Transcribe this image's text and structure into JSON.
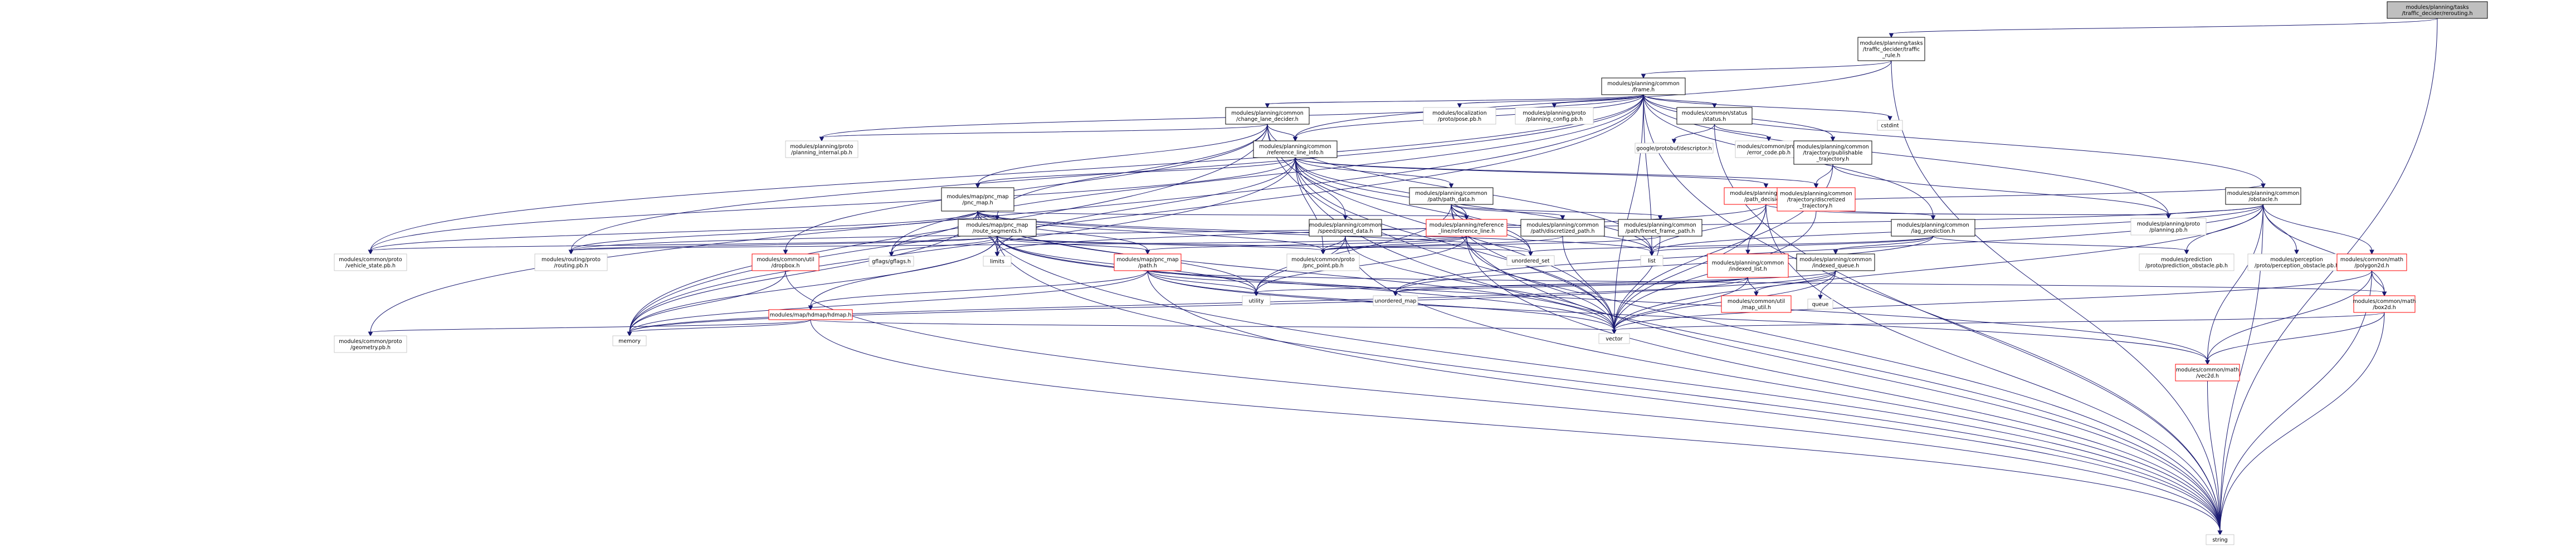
{
  "colors": {
    "edge": "#191970",
    "root_fill": "#bfbfbf",
    "node_fill": "#ffffff",
    "node_stroke": "#000000",
    "incomplete_stroke": "#ff0000",
    "text": "#000000"
  },
  "nodes": [
    {
      "id": "n0",
      "lines": [
        "modules/planning/tasks",
        "/traffic_decider/rerouting.h"
      ],
      "kind": "root"
    },
    {
      "id": "n1",
      "lines": [
        "modules/planning/tasks",
        "/traffic_decider/traffic",
        "_rule.h"
      ],
      "kind": "normal"
    },
    {
      "id": "n2",
      "lines": [
        "modules/planning/common",
        "/frame.h"
      ],
      "kind": "normal"
    },
    {
      "id": "n3",
      "lines": [
        "cstdint"
      ],
      "kind": "plain"
    },
    {
      "id": "n4",
      "lines": [
        "modules/planning/common",
        "/change_lane_decider.h"
      ],
      "kind": "normal"
    },
    {
      "id": "n5",
      "lines": [
        "modules/localization",
        "/proto/pose.pb.h"
      ],
      "kind": "plain"
    },
    {
      "id": "n6",
      "lines": [
        "modules/planning/proto",
        "/planning_config.pb.h"
      ],
      "kind": "plain"
    },
    {
      "id": "n7",
      "lines": [
        "modules/common/status",
        "/status.h"
      ],
      "kind": "normal"
    },
    {
      "id": "n8",
      "lines": [
        "modules/planning/proto",
        "/planning_internal.pb.h"
      ],
      "kind": "plain"
    },
    {
      "id": "n9",
      "lines": [
        "modules/planning/common",
        "/reference_line_info.h"
      ],
      "kind": "normal"
    },
    {
      "id": "n10",
      "lines": [
        "google/protobuf/descriptor.h"
      ],
      "kind": "plain"
    },
    {
      "id": "n11",
      "lines": [
        "modules/common/proto",
        "/error_code.pb.h"
      ],
      "kind": "plain"
    },
    {
      "id": "n12",
      "lines": [
        "modules/planning/common",
        "/trajectory/publishable",
        "_trajectory.h"
      ],
      "kind": "normal"
    },
    {
      "id": "n13",
      "lines": [
        "modules/map/pnc_map",
        "/pnc_map.h"
      ],
      "kind": "normal"
    },
    {
      "id": "n14",
      "lines": [
        "modules/planning/common",
        "/path/path_data.h"
      ],
      "kind": "normal"
    },
    {
      "id": "n15",
      "lines": [
        "modules/planning/common",
        "/path_decision.h"
      ],
      "kind": "incomplete"
    },
    {
      "id": "n16",
      "lines": [
        "modules/planning/common",
        "/trajectory/discretized",
        "_trajectory.h"
      ],
      "kind": "incomplete"
    },
    {
      "id": "n17",
      "lines": [
        "modules/map/pnc_map",
        "/route_segments.h"
      ],
      "kind": "normal"
    },
    {
      "id": "n18",
      "lines": [
        "modules/planning/common",
        "/speed/speed_data.h"
      ],
      "kind": "normal"
    },
    {
      "id": "n19",
      "lines": [
        "modules/planning/reference",
        "_line/reference_line.h"
      ],
      "kind": "incomplete"
    },
    {
      "id": "n20",
      "lines": [
        "modules/planning/common",
        "/path/discretized_path.h"
      ],
      "kind": "normal"
    },
    {
      "id": "n21",
      "lines": [
        "modules/planning/common",
        "/path/frenet_frame_path.h"
      ],
      "kind": "normal"
    },
    {
      "id": "n22",
      "lines": [
        "modules/planning/common",
        "/lag_prediction.h"
      ],
      "kind": "normal"
    },
    {
      "id": "n23",
      "lines": [
        "modules/planning/proto",
        "/planning.pb.h"
      ],
      "kind": "plain"
    },
    {
      "id": "n24",
      "lines": [
        "modules/planning/common",
        "/obstacle.h"
      ],
      "kind": "normal"
    },
    {
      "id": "n25",
      "lines": [
        "modules/common/proto",
        "/vehicle_state.pb.h"
      ],
      "kind": "plain"
    },
    {
      "id": "n26",
      "lines": [
        "modules/routing/proto",
        "/routing.pb.h"
      ],
      "kind": "plain"
    },
    {
      "id": "n27",
      "lines": [
        "modules/common/util",
        "/dropbox.h"
      ],
      "kind": "incomplete"
    },
    {
      "id": "n28",
      "lines": [
        "gflags/gflags.h"
      ],
      "kind": "plain"
    },
    {
      "id": "n29",
      "lines": [
        "limits"
      ],
      "kind": "plain"
    },
    {
      "id": "n30",
      "lines": [
        "modules/map/pnc_map",
        "/path.h"
      ],
      "kind": "incomplete"
    },
    {
      "id": "n31",
      "lines": [
        "modules/common/proto",
        "/pnc_point.pb.h"
      ],
      "kind": "plain"
    },
    {
      "id": "n32",
      "lines": [
        "unordered_set"
      ],
      "kind": "plain"
    },
    {
      "id": "n33",
      "lines": [
        "list"
      ],
      "kind": "plain"
    },
    {
      "id": "n34",
      "lines": [
        "modules/planning/common",
        "/indexed_list.h"
      ],
      "kind": "incomplete"
    },
    {
      "id": "n35",
      "lines": [
        "modules/planning/common",
        "/indexed_queue.h"
      ],
      "kind": "normal"
    },
    {
      "id": "n36",
      "lines": [
        "modules/prediction",
        "/proto/prediction_obstacle.pb.h"
      ],
      "kind": "plain"
    },
    {
      "id": "n37",
      "lines": [
        "modules/perception",
        "/proto/perception_obstacle.pb.h"
      ],
      "kind": "plain"
    },
    {
      "id": "n38",
      "lines": [
        "modules/common/math",
        "/polygon2d.h"
      ],
      "kind": "incomplete"
    },
    {
      "id": "n39",
      "lines": [
        "modules/map/hdmap/hdmap.h"
      ],
      "kind": "incomplete"
    },
    {
      "id": "n40",
      "lines": [
        "utility"
      ],
      "kind": "plain"
    },
    {
      "id": "n41",
      "lines": [
        "unordered_map"
      ],
      "kind": "plain"
    },
    {
      "id": "n42",
      "lines": [
        "modules/common/util",
        "/map_util.h"
      ],
      "kind": "incomplete"
    },
    {
      "id": "n43",
      "lines": [
        "queue"
      ],
      "kind": "plain"
    },
    {
      "id": "n44",
      "lines": [
        "modules/common/math",
        "/box2d.h"
      ],
      "kind": "incomplete"
    },
    {
      "id": "n45",
      "lines": [
        "modules/common/proto",
        "/geometry.pb.h"
      ],
      "kind": "plain"
    },
    {
      "id": "n46",
      "lines": [
        "memory"
      ],
      "kind": "plain"
    },
    {
      "id": "n47",
      "lines": [
        "vector"
      ],
      "kind": "plain"
    },
    {
      "id": "n48",
      "lines": [
        "modules/common/math",
        "/vec2d.h"
      ],
      "kind": "incomplete"
    },
    {
      "id": "n49",
      "lines": [
        "string"
      ],
      "kind": "plain"
    }
  ],
  "edges": [
    [
      "n0",
      "n1"
    ],
    [
      "n0",
      "n49"
    ],
    [
      "n1",
      "n2"
    ],
    [
      "n1",
      "n9"
    ],
    [
      "n1",
      "n49"
    ],
    [
      "n2",
      "n3"
    ],
    [
      "n2",
      "n4"
    ],
    [
      "n2",
      "n5"
    ],
    [
      "n2",
      "n6"
    ],
    [
      "n2",
      "n7"
    ],
    [
      "n2",
      "n8"
    ],
    [
      "n2",
      "n9"
    ],
    [
      "n2",
      "n12"
    ],
    [
      "n2",
      "n22"
    ],
    [
      "n2",
      "n23"
    ],
    [
      "n2",
      "n24"
    ],
    [
      "n2",
      "n25"
    ],
    [
      "n2",
      "n26"
    ],
    [
      "n2",
      "n33"
    ],
    [
      "n2",
      "n46"
    ],
    [
      "n2",
      "n47"
    ],
    [
      "n2",
      "n49"
    ],
    [
      "n2",
      "n45"
    ],
    [
      "n2",
      "n28"
    ],
    [
      "n4",
      "n8"
    ],
    [
      "n4",
      "n9"
    ],
    [
      "n4",
      "n13"
    ],
    [
      "n4",
      "n17"
    ],
    [
      "n4",
      "n27"
    ],
    [
      "n4",
      "n33"
    ],
    [
      "n4",
      "n46"
    ],
    [
      "n4",
      "n47"
    ],
    [
      "n4",
      "n49"
    ],
    [
      "n7",
      "n10"
    ],
    [
      "n7",
      "n11"
    ],
    [
      "n7",
      "n49"
    ],
    [
      "n9",
      "n13"
    ],
    [
      "n9",
      "n14"
    ],
    [
      "n9",
      "n15"
    ],
    [
      "n9",
      "n16"
    ],
    [
      "n9",
      "n18"
    ],
    [
      "n9",
      "n19"
    ],
    [
      "n9",
      "n25"
    ],
    [
      "n9",
      "n29"
    ],
    [
      "n9",
      "n32"
    ],
    [
      "n9",
      "n33"
    ],
    [
      "n9",
      "n46"
    ],
    [
      "n9",
      "n47"
    ],
    [
      "n9",
      "n49"
    ],
    [
      "n9",
      "n31"
    ],
    [
      "n12",
      "n16"
    ],
    [
      "n12",
      "n23"
    ],
    [
      "n12",
      "n47"
    ],
    [
      "n13",
      "n17"
    ],
    [
      "n13",
      "n19"
    ],
    [
      "n13",
      "n25"
    ],
    [
      "n13",
      "n26"
    ],
    [
      "n13",
      "n28"
    ],
    [
      "n13",
      "n29"
    ],
    [
      "n13",
      "n30"
    ],
    [
      "n13",
      "n31"
    ],
    [
      "n13",
      "n32"
    ],
    [
      "n13",
      "n33"
    ],
    [
      "n13",
      "n40"
    ],
    [
      "n13",
      "n46"
    ],
    [
      "n13",
      "n47"
    ],
    [
      "n13",
      "n49"
    ],
    [
      "n14",
      "n19"
    ],
    [
      "n14",
      "n20"
    ],
    [
      "n14",
      "n21"
    ],
    [
      "n14",
      "n32"
    ],
    [
      "n14",
      "n33"
    ],
    [
      "n14",
      "n40"
    ],
    [
      "n14",
      "n47"
    ],
    [
      "n14",
      "n49"
    ],
    [
      "n15",
      "n22"
    ],
    [
      "n15",
      "n24"
    ],
    [
      "n15",
      "n29"
    ],
    [
      "n15",
      "n33"
    ],
    [
      "n15",
      "n34"
    ],
    [
      "n15",
      "n47"
    ],
    [
      "n15",
      "n49"
    ],
    [
      "n16",
      "n23"
    ],
    [
      "n16",
      "n47"
    ],
    [
      "n17",
      "n25"
    ],
    [
      "n17",
      "n26"
    ],
    [
      "n17",
      "n28"
    ],
    [
      "n17",
      "n29"
    ],
    [
      "n17",
      "n30"
    ],
    [
      "n17",
      "n31"
    ],
    [
      "n17",
      "n39"
    ],
    [
      "n17",
      "n40"
    ],
    [
      "n17",
      "n46"
    ],
    [
      "n17",
      "n47"
    ],
    [
      "n17",
      "n49"
    ],
    [
      "n17",
      "n32"
    ],
    [
      "n17",
      "n48"
    ],
    [
      "n18",
      "n31"
    ],
    [
      "n18",
      "n40"
    ],
    [
      "n18",
      "n47"
    ],
    [
      "n18",
      "n49"
    ],
    [
      "n19",
      "n26"
    ],
    [
      "n19",
      "n30"
    ],
    [
      "n19",
      "n31"
    ],
    [
      "n19",
      "n40"
    ],
    [
      "n19",
      "n47"
    ],
    [
      "n19",
      "n49"
    ],
    [
      "n20",
      "n31"
    ],
    [
      "n20",
      "n47"
    ],
    [
      "n21",
      "n31"
    ],
    [
      "n21",
      "n47"
    ],
    [
      "n22",
      "n32"
    ],
    [
      "n22",
      "n33"
    ],
    [
      "n22",
      "n36"
    ],
    [
      "n22",
      "n35"
    ],
    [
      "n22",
      "n41"
    ],
    [
      "n24",
      "n23"
    ],
    [
      "n24",
      "n26"
    ],
    [
      "n24",
      "n36"
    ],
    [
      "n24",
      "n37"
    ],
    [
      "n24",
      "n38"
    ],
    [
      "n24",
      "n44"
    ],
    [
      "n24",
      "n48"
    ],
    [
      "n24",
      "n47"
    ],
    [
      "n24",
      "n49"
    ],
    [
      "n24",
      "n33"
    ],
    [
      "n24",
      "n41"
    ],
    [
      "n30",
      "n39"
    ],
    [
      "n30",
      "n44"
    ],
    [
      "n30",
      "n46"
    ],
    [
      "n30",
      "n47"
    ],
    [
      "n30",
      "n48"
    ],
    [
      "n30",
      "n49"
    ],
    [
      "n30",
      "n40"
    ],
    [
      "n30",
      "n41"
    ],
    [
      "n34",
      "n40"
    ],
    [
      "n34",
      "n41"
    ],
    [
      "n34",
      "n42"
    ],
    [
      "n34",
      "n47"
    ],
    [
      "n34",
      "n46"
    ],
    [
      "n35",
      "n43"
    ],
    [
      "n35",
      "n41"
    ],
    [
      "n35",
      "n42"
    ],
    [
      "n35",
      "n46"
    ],
    [
      "n35",
      "n47"
    ],
    [
      "n38",
      "n44"
    ],
    [
      "n38",
      "n47"
    ],
    [
      "n38",
      "n48"
    ],
    [
      "n38",
      "n49"
    ],
    [
      "n39",
      "n45"
    ],
    [
      "n39",
      "n46"
    ],
    [
      "n39",
      "n47"
    ],
    [
      "n39",
      "n49"
    ],
    [
      "n44",
      "n47"
    ],
    [
      "n44",
      "n48"
    ],
    [
      "n44",
      "n49"
    ],
    [
      "n48",
      "n49"
    ],
    [
      "n27",
      "n46"
    ],
    [
      "n27",
      "n49"
    ]
  ]
}
